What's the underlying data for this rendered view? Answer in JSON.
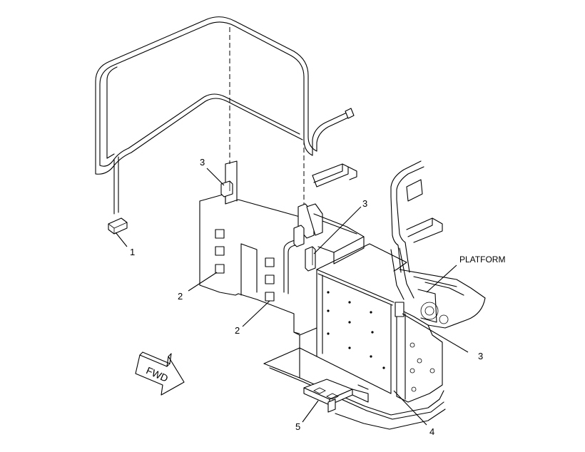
{
  "labels": {
    "platform": "PLATFORM",
    "fwd": "FWD"
  },
  "callouts": [
    {
      "id": "c1",
      "text": "1"
    },
    {
      "id": "c2a",
      "text": "2"
    },
    {
      "id": "c2b",
      "text": "2"
    },
    {
      "id": "c3a",
      "text": "3"
    },
    {
      "id": "c3b",
      "text": "3"
    },
    {
      "id": "c3c",
      "text": "3"
    },
    {
      "id": "c4",
      "text": "4"
    },
    {
      "id": "c5",
      "text": "5"
    }
  ],
  "colors": {
    "line": "#000000",
    "background": "#ffffff"
  }
}
